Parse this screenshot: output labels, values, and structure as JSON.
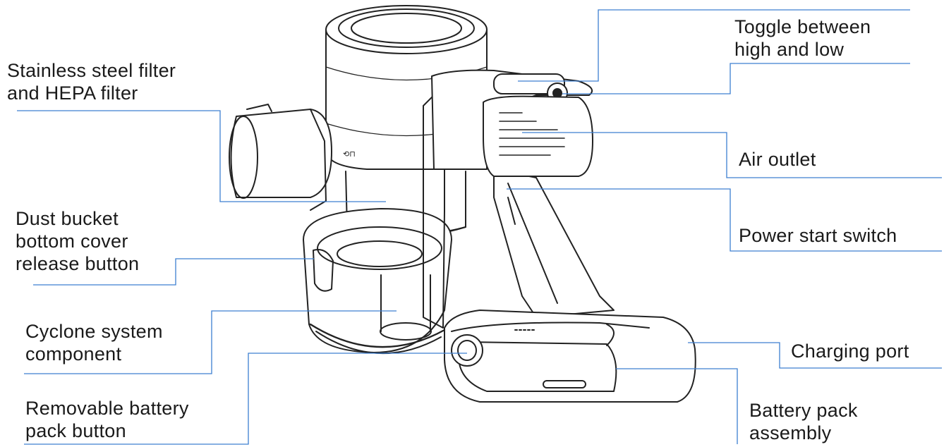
{
  "labels": {
    "stainless": [
      "Stainless steel filter",
      "and HEPA filter"
    ],
    "toggle": [
      "Toggle between",
      "high and low"
    ],
    "dust": [
      "Dust bucket",
      "bottom cover",
      "release button"
    ],
    "air": [
      "Air outlet"
    ],
    "power": [
      "Power start switch"
    ],
    "cyclone": [
      "Cyclone system",
      "component"
    ],
    "charging": [
      "Charging port"
    ],
    "removable": [
      "Removable battery",
      "pack button"
    ],
    "battery": [
      "Battery pack",
      "assembly"
    ]
  },
  "colors": {
    "leader_line": "#3d7fd1",
    "outline": "#222222",
    "text": "#1a1a1a"
  }
}
